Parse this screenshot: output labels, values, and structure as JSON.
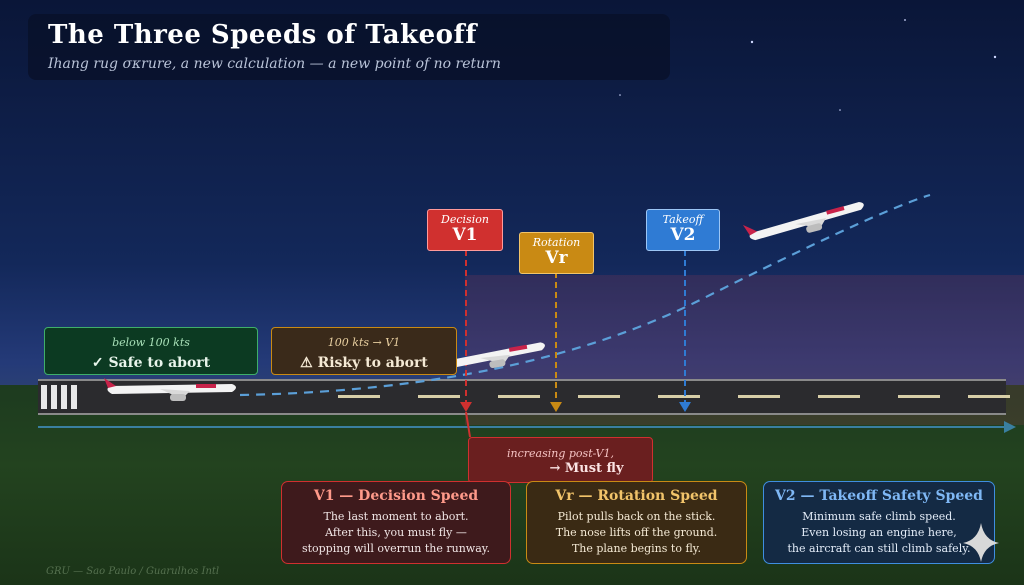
{
  "header": {
    "title": "The Three Speeds of Takeoff",
    "subtitle": "Ihang rug σκrure, a new calculation — a new point of no return"
  },
  "zones": {
    "safe": {
      "small": "below 100 kts",
      "big": "✓ Safe to abort"
    },
    "risky": {
      "small": "100 kts → V1",
      "big": "⚠ Risky to abort"
    },
    "must_fly": {
      "small": "increasing post-V1,",
      "big": "→ Must fly"
    }
  },
  "markers": {
    "v1": {
      "small": "Decision",
      "big": "V1",
      "color": "#d0302f"
    },
    "vr": {
      "small": "Rotation",
      "big": "Vr",
      "color": "#c98a14"
    },
    "v2": {
      "small": "Takeoff",
      "big": "V2",
      "color": "#2f7bd4"
    }
  },
  "cards": {
    "v1": {
      "heading": "V1 — Decision Speed",
      "lines": [
        "The last moment to abort.",
        "After this, you must fly —",
        "stopping will overrun the runway."
      ]
    },
    "vr": {
      "heading": "Vr — Rotation Speed",
      "lines": [
        "Pilot pulls back on the stick.",
        "The nose lifts off the ground.",
        "The plane begins to fly."
      ]
    },
    "v2": {
      "heading": "V2 — Takeoff Safety Speed",
      "lines": [
        "Minimum safe climb speed.",
        "Even losing an engine here,",
        "the aircraft can still climb safely."
      ]
    }
  },
  "footer": "GRU — Sao Paulo / Guarulhos Intl",
  "colors": {
    "v1": "#d0302f",
    "vr": "#c98a14",
    "v2": "#2f7bd4",
    "safe": "#3fae6a"
  }
}
